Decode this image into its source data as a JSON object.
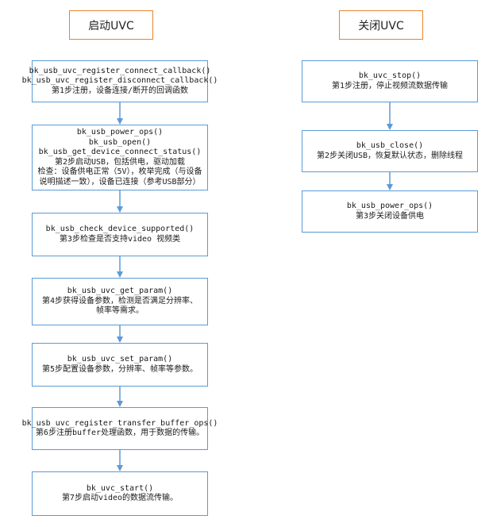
{
  "left": {
    "title": "启动UVC",
    "steps": [
      {
        "lines": [
          "bk_usb_uvc_register_connect_callback()",
          "bk_usb_uvc_register_disconnect_callback()",
          "第1步注册，设备连接/断开的回调函数"
        ]
      },
      {
        "lines": [
          "bk_usb_power_ops()",
          "bk_usb_open()",
          "bk_usb_get_device_connect_status()",
          "第2步启动USB，包括供电，驱动加载",
          "检查：设备供电正常（5V），枚举完成（与设备",
          "说明描述一致），设备已连接（参考USB部分）"
        ]
      },
      {
        "lines": [
          "bk_usb_check_device_supported()",
          "第3步检查是否支持video 视频类"
        ]
      },
      {
        "lines": [
          "bk_usb_uvc_get_param()",
          "第4步获得设备参数，检测是否满足分辨率、",
          "帧率等需求。"
        ]
      },
      {
        "lines": [
          "bk_usb_uvc_set_param()",
          "第5步配置设备参数，分辨率、帧率等参数。"
        ]
      },
      {
        "lines": [
          "bk_usb_uvc_register_transfer_buffer_ops()",
          "第6步注册buffer处理函数，用于数据的传输。"
        ]
      },
      {
        "lines": [
          "bk_uvc_start()",
          "第7步启动video的数据流传输。"
        ]
      }
    ]
  },
  "right": {
    "title": "关闭UVC",
    "steps": [
      {
        "lines": [
          "bk_uvc_stop()",
          "第1步注册，停止视频流数据传输"
        ]
      },
      {
        "lines": [
          "bk_usb_close()",
          "第2步关闭USB，恢复默认状态，删除线程"
        ]
      },
      {
        "lines": [
          "bk_usb_power_ops()",
          "第3步关闭设备供电"
        ]
      }
    ]
  },
  "colors": {
    "header_border": "#e8842e",
    "box_border": "#5b9bd5",
    "arrow": "#5b9bd5"
  }
}
